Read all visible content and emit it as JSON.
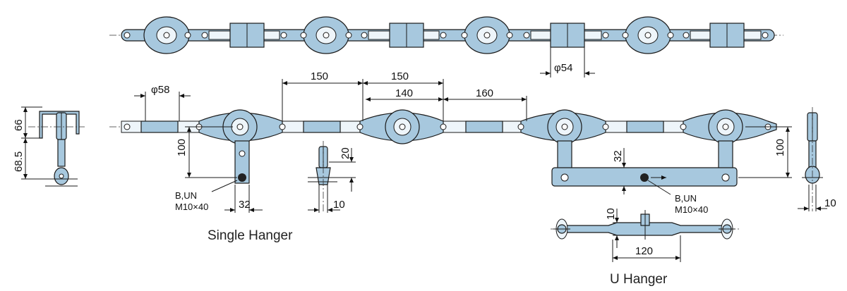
{
  "top_view": {
    "dim_roller": "φ54"
  },
  "side_view": {
    "dim_roller_dia": "φ58",
    "dim_pitch_a": "150",
    "dim_pitch_b": "150",
    "dim_pitch_c": "140",
    "dim_pitch_d": "160"
  },
  "left_profile": {
    "dim_upper": "66",
    "dim_lower": "68.5"
  },
  "single_hanger": {
    "caption": "Single Hanger",
    "dim_height": "100",
    "dim_width": "32",
    "bolt_line1": "B,UN",
    "bolt_line2": "M10×40"
  },
  "small_detail": {
    "dim_height": "20",
    "dim_width": "10"
  },
  "u_hanger": {
    "caption": "U Hanger",
    "dim_height": "32",
    "dim_side": "100",
    "dim_thick": "10",
    "dim_width": "120",
    "dim_right": "10",
    "bolt_line1": "B,UN",
    "bolt_line2": "M10×40"
  },
  "colors": {
    "chain_blue": "#a7c8de",
    "roller_pale": "#eef5fa"
  }
}
